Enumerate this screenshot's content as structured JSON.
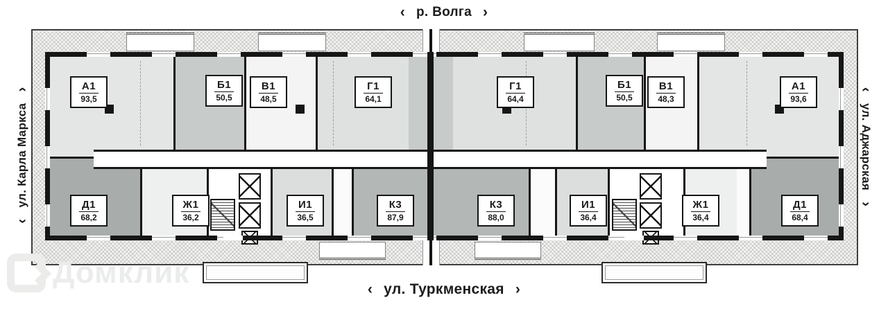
{
  "streets": {
    "arrow_left": "‹",
    "arrow_right": "›",
    "north": "р. Волга",
    "south": "ул. Туркменская",
    "west": "ул. Карла Маркса",
    "east": "ул. Аджарская"
  },
  "apartments": [
    {
      "id": "a1-left",
      "code": "А1",
      "area": "93,5"
    },
    {
      "id": "b1-left",
      "code": "Б1",
      "area": "50,5"
    },
    {
      "id": "v1-left",
      "code": "В1",
      "area": "48,5"
    },
    {
      "id": "g1-left",
      "code": "Г1",
      "area": "64,1"
    },
    {
      "id": "d1-left",
      "code": "Д1",
      "area": "68,2"
    },
    {
      "id": "zh1-left",
      "code": "Ж1",
      "area": "36,2"
    },
    {
      "id": "i1-left",
      "code": "И1",
      "area": "36,5"
    },
    {
      "id": "k3-left",
      "code": "К3",
      "area": "87,9"
    },
    {
      "id": "g1-right",
      "code": "Г1",
      "area": "64,4"
    },
    {
      "id": "b1-right",
      "code": "Б1",
      "area": "50,5"
    },
    {
      "id": "v1-right",
      "code": "В1",
      "area": "48,3"
    },
    {
      "id": "a1-right",
      "code": "А1",
      "area": "93,6"
    },
    {
      "id": "k3-right",
      "code": "К3",
      "area": "88,0"
    },
    {
      "id": "i1-right",
      "code": "И1",
      "area": "36,4"
    },
    {
      "id": "zh1-right",
      "code": "Ж1",
      "area": "36,4"
    },
    {
      "id": "d1-right",
      "code": "Д1",
      "area": "68,4"
    }
  ],
  "watermark": {
    "text": "Домклик"
  },
  "colors": {
    "wall": "#161616",
    "apartment_fills": {
      "А1": "#e4e6e5",
      "Б1": "#c7cbca",
      "В1": "#f3f4f3",
      "Г1": "#dee1e0",
      "Д1": "#a8acab",
      "Ж1": "#eef0ef",
      "И1": "#dbdedd",
      "К3": "#b3b7b6"
    },
    "terrace_hatch": "#f3f3f1",
    "watermark": "#ebecec"
  }
}
